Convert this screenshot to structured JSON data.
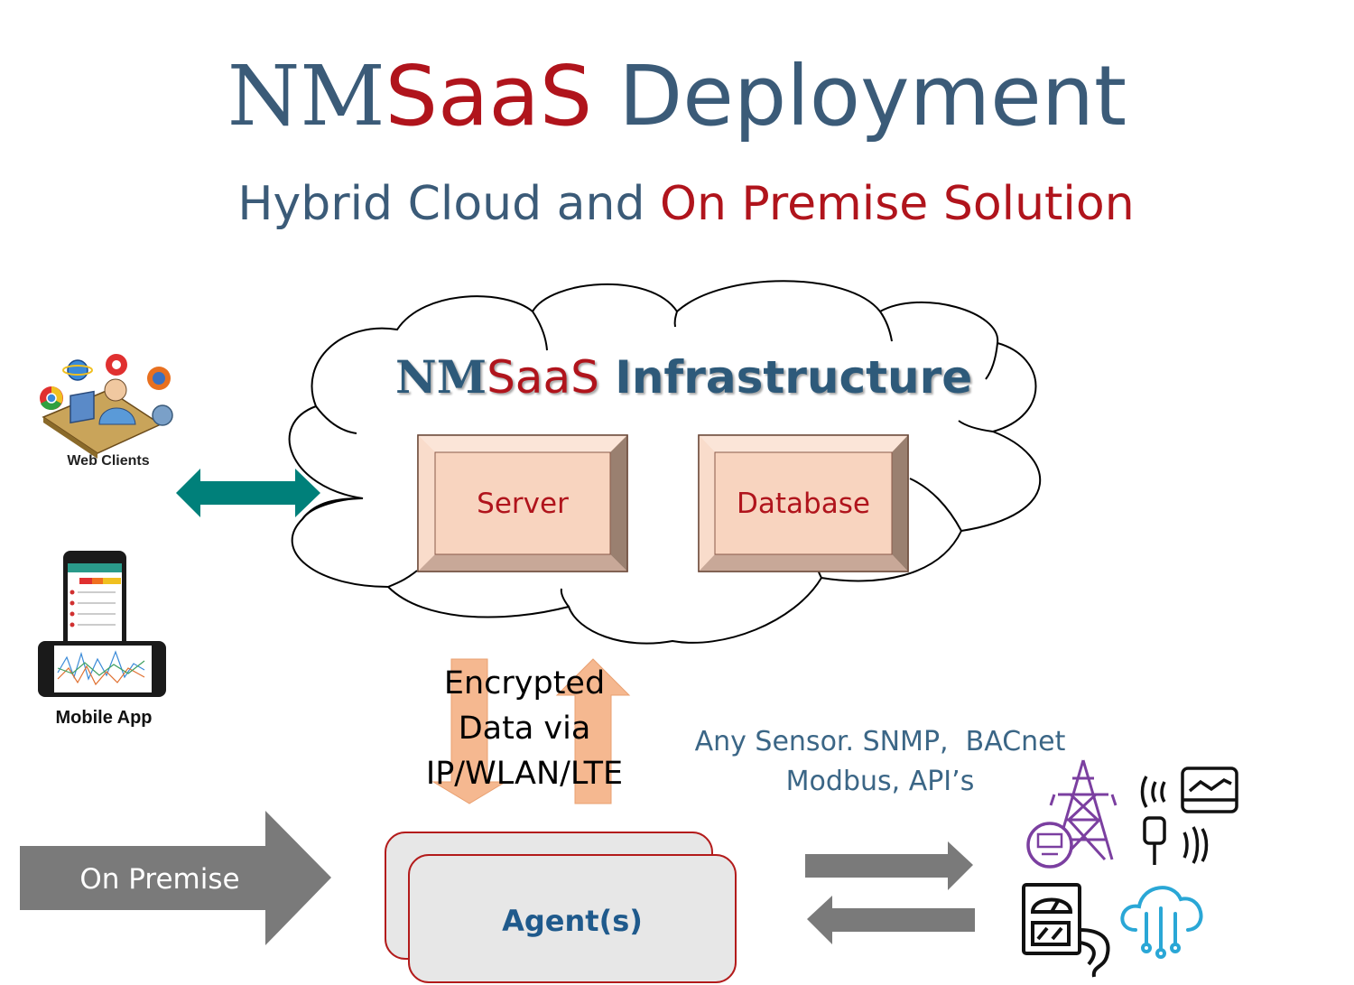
{
  "title": {
    "nm": "NM",
    "saas": "SaaS",
    "rest": " Deployment"
  },
  "subtitle": {
    "part1": "Hybrid Cloud and ",
    "part2": "On Premise Solution"
  },
  "cloud": {
    "title_nm": "NM",
    "title_saas": "SaaS",
    "title_rest": " Infrastructure",
    "server_label": "Server",
    "database_label": "Database"
  },
  "web_clients": {
    "label": "Web Clients"
  },
  "mobile_app": {
    "label": "Mobile App"
  },
  "encrypted": {
    "line1": "Encrypted",
    "line2": "Data via",
    "line3": "IP/WLAN/LTE"
  },
  "sensors": {
    "line1": "Any Sensor. SNMP,  BACnet",
    "line2": "Modbus, API’s"
  },
  "on_premise": {
    "label": "On Premise"
  },
  "agent": {
    "label": "Agent(s)"
  },
  "colors": {
    "title_blue": "#3b5b78",
    "accent_red": "#b0141c",
    "teal_arrow": "#00807a",
    "box_fill": "#f7d2bd",
    "orange_arrow": "#f5b890",
    "gray_arrow": "#7a7a7a",
    "purple_icon": "#7b3fa0",
    "cyan_icon": "#2aa7d6"
  },
  "icons": [
    "browser-icons",
    "web-user-icon",
    "phone-icon",
    "tablet-icon",
    "transmission-tower-icon",
    "smart-meter-icon",
    "sensor-signal-icon",
    "monitor-icon",
    "electric-panel-icon",
    "cloud-iot-icon"
  ]
}
